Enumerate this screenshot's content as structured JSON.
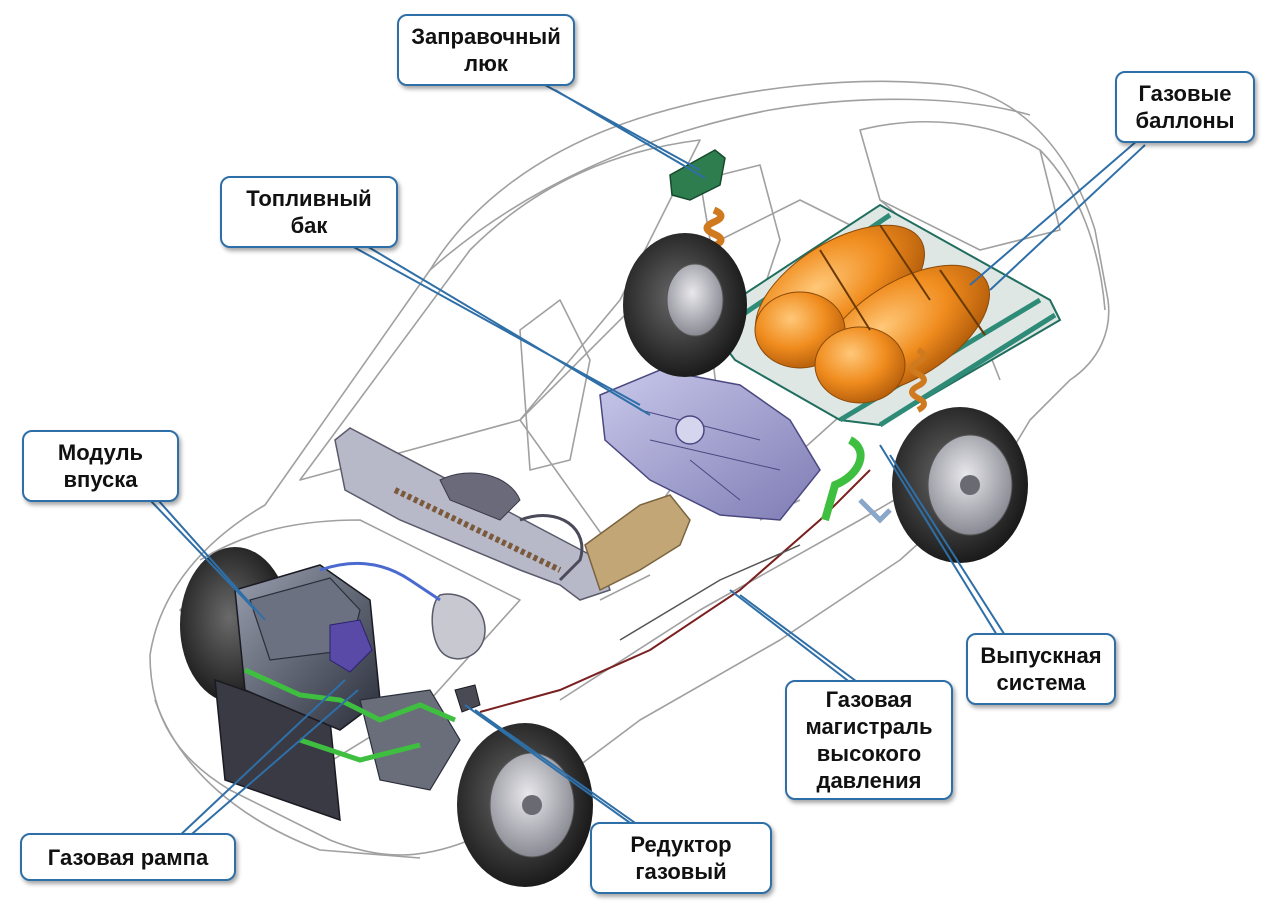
{
  "labels": {
    "fuel_flap": "Заправочный\nлюк",
    "gas_cylinders": "Газовые\nбаллоны",
    "fuel_tank": "Топливный\nбак",
    "intake_module": "Модуль\nвпуска",
    "exhaust_system": "Выпускная\nсистема",
    "high_pressure_line": "Газовая\nмагистраль\nвысокого\nдавления",
    "gas_reducer": "Редуктор\nгазовый",
    "gas_rail": "Газовая рампа"
  },
  "colors": {
    "callout_border": "#2f6fa7",
    "leader_line": "#2f6fa7",
    "car_wireframe": "#9a9a9a",
    "gas_cylinder": "#f08c1e",
    "gas_frame": "#2e8b78",
    "fuel_tank": "#9a98c8",
    "green_hose": "#3fbf3f",
    "exhaust": "#b39a6a"
  }
}
